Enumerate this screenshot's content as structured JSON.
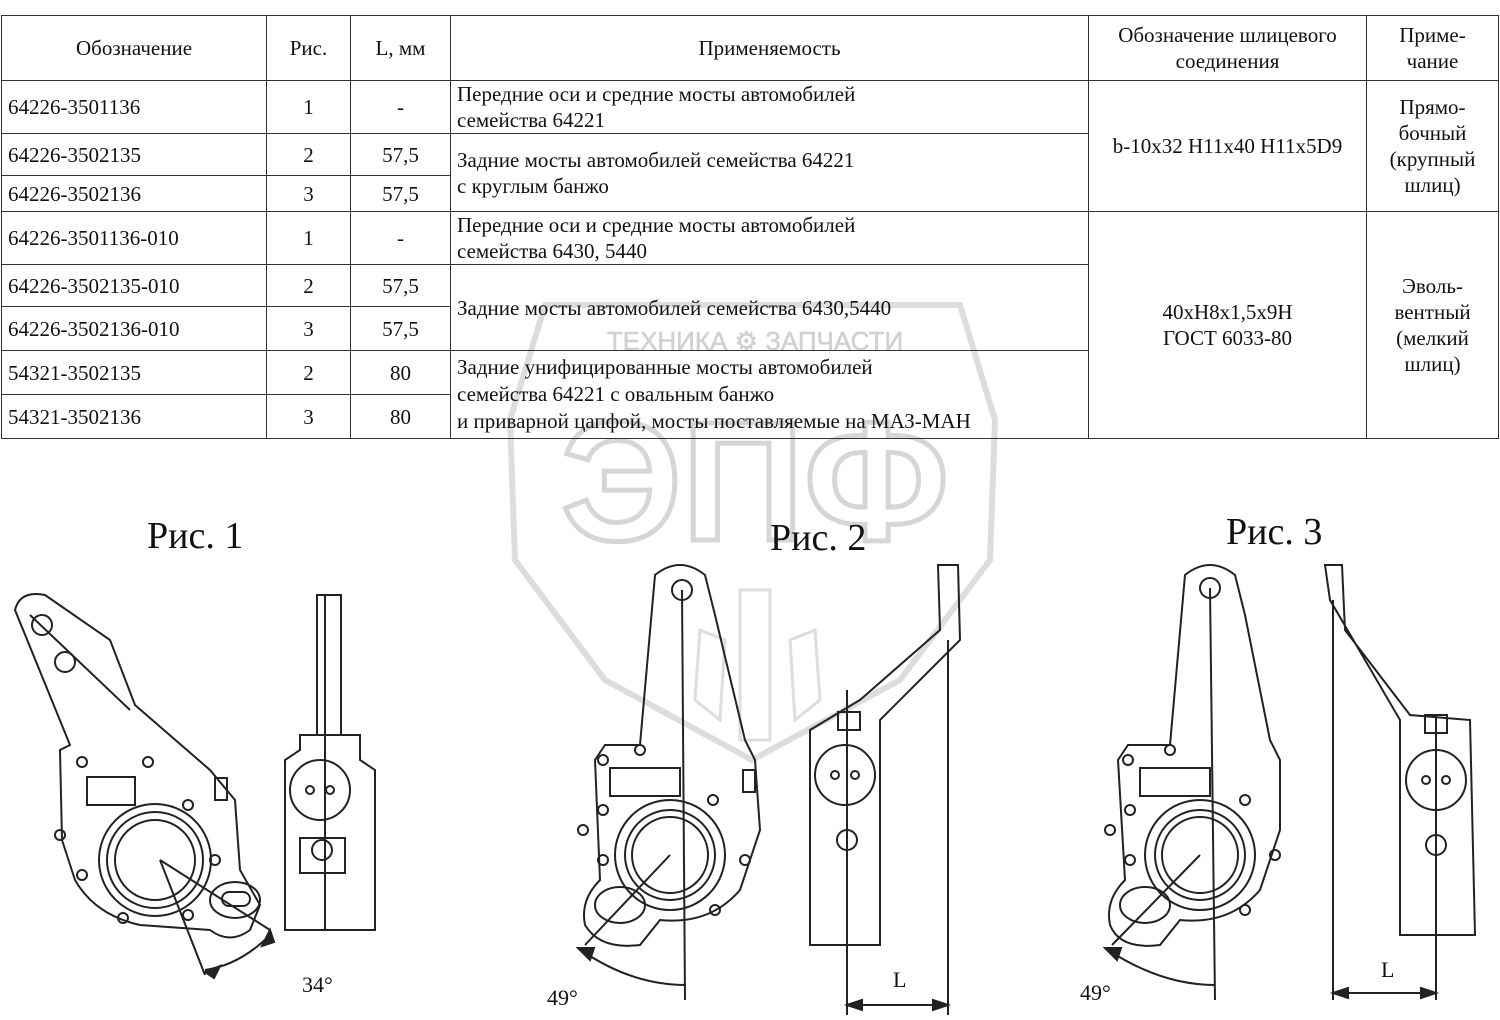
{
  "table": {
    "headers": {
      "designation": "Обозначение",
      "fig": "Рис.",
      "length": "L, мм",
      "applicability": "Применяемость",
      "spline": "Обозначение шлицевого\nсоединения",
      "note": "Приме-\nчание"
    },
    "rows": [
      {
        "designation": "64226-3501136",
        "fig": "1",
        "length": "-"
      },
      {
        "designation": "64226-3502135",
        "fig": "2",
        "length": "57,5"
      },
      {
        "designation": "64226-3502136",
        "fig": "3",
        "length": "57,5"
      },
      {
        "designation": "64226-3501136-010",
        "fig": "1",
        "length": "-"
      },
      {
        "designation": "64226-3502135-010",
        "fig": "2",
        "length": "57,5"
      },
      {
        "designation": "64226-3502136-010",
        "fig": "3",
        "length": "57,5"
      },
      {
        "designation": "54321-3502135",
        "fig": "2",
        "length": "80"
      },
      {
        "designation": "54321-3502136",
        "fig": "3",
        "length": "80"
      }
    ],
    "applicability": [
      "Передние оси и средние мосты  автомобилей\n семейства 64221",
      "Задние мосты  автомобилей семейства 64221\n с круглым банжо",
      "Передние оси и средние мосты  автомобилей\n семейства 6430, 5440",
      "Задние мосты  автомобилей  семейства 6430,5440",
      "Задние унифицированные мосты   автомобилей\nсемейства 64221 с овальным банжо\nи приварной цапфой, мосты поставляемые на МАЗ-МАН"
    ],
    "spline": [
      "b-10x32 H11x40 H11x5D9",
      "40xH8x1,5x9H\nГОСТ 6033-80"
    ],
    "notes": [
      "Прямо-\nбочный\n(крупный\nшлиц)",
      "Эволь-\nвентный\n(мелкий\nшлиц)"
    ]
  },
  "figures": {
    "fig1_caption": "Рис. 1",
    "fig2_caption": "Рис. 2",
    "fig3_caption": "Рис. 3",
    "fig1_angle": "34°",
    "fig2_angle": "49°",
    "fig3_angle": "49°",
    "fig2_dim": "L",
    "fig3_dim": "L"
  },
  "watermark": {
    "top_text": "ТЕХНИКА  ⚙  ЗАПЧАСТИ",
    "logo": "ЭПФ"
  },
  "colors": {
    "line": "#222222",
    "watermark": "#d9d9d9"
  }
}
